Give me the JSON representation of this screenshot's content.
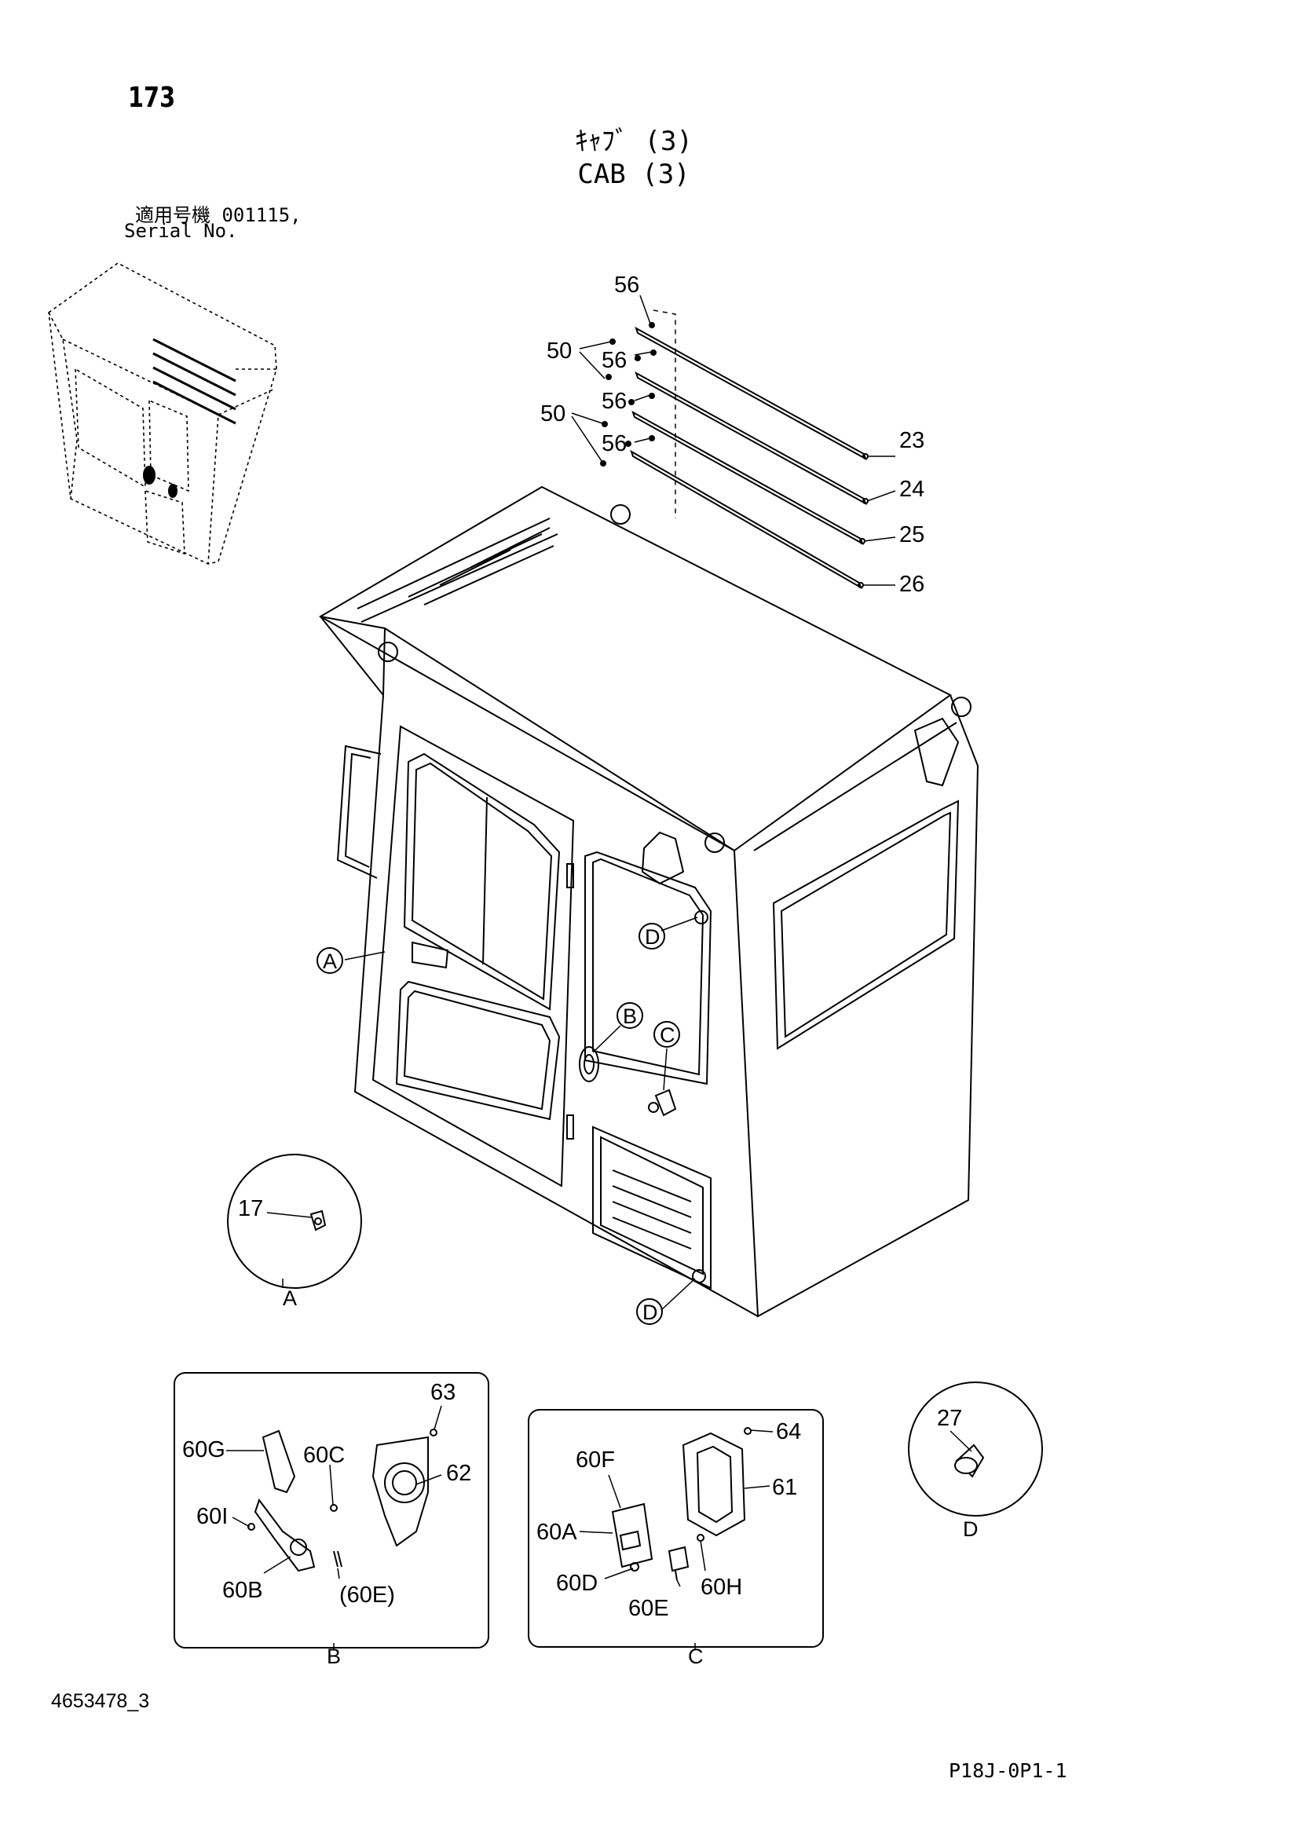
{
  "header": {
    "page_number": "173",
    "title_jp": "ｷｬﾌﾞ (3)",
    "title_en": "CAB (3)",
    "serial_label_jp": "適用号機  001115,",
    "serial_label_en": "Serial No."
  },
  "callouts": {
    "p56a": "56",
    "p50a": "50",
    "p56b": "56",
    "p56c": "56",
    "p50b": "50",
    "p56d": "56",
    "p23": "23",
    "p24": "24",
    "p25": "25",
    "p26": "26",
    "p17": "17",
    "p27": "27",
    "p63": "63",
    "p60G": "60G",
    "p60C": "60C",
    "p62": "62",
    "p60I": "60I",
    "p60B": "60B",
    "p60E_paren": "(60E)",
    "p64": "64",
    "p60F": "60F",
    "p61": "61",
    "p60A": "60A",
    "p60D": "60D",
    "p60E": "60E",
    "p60H": "60H"
  },
  "detail_markers": {
    "A": "A",
    "B": "B",
    "C": "C",
    "D": "D"
  },
  "footer": {
    "doc_id": "4653478_3",
    "page_code": "P18J-0P1-1"
  }
}
